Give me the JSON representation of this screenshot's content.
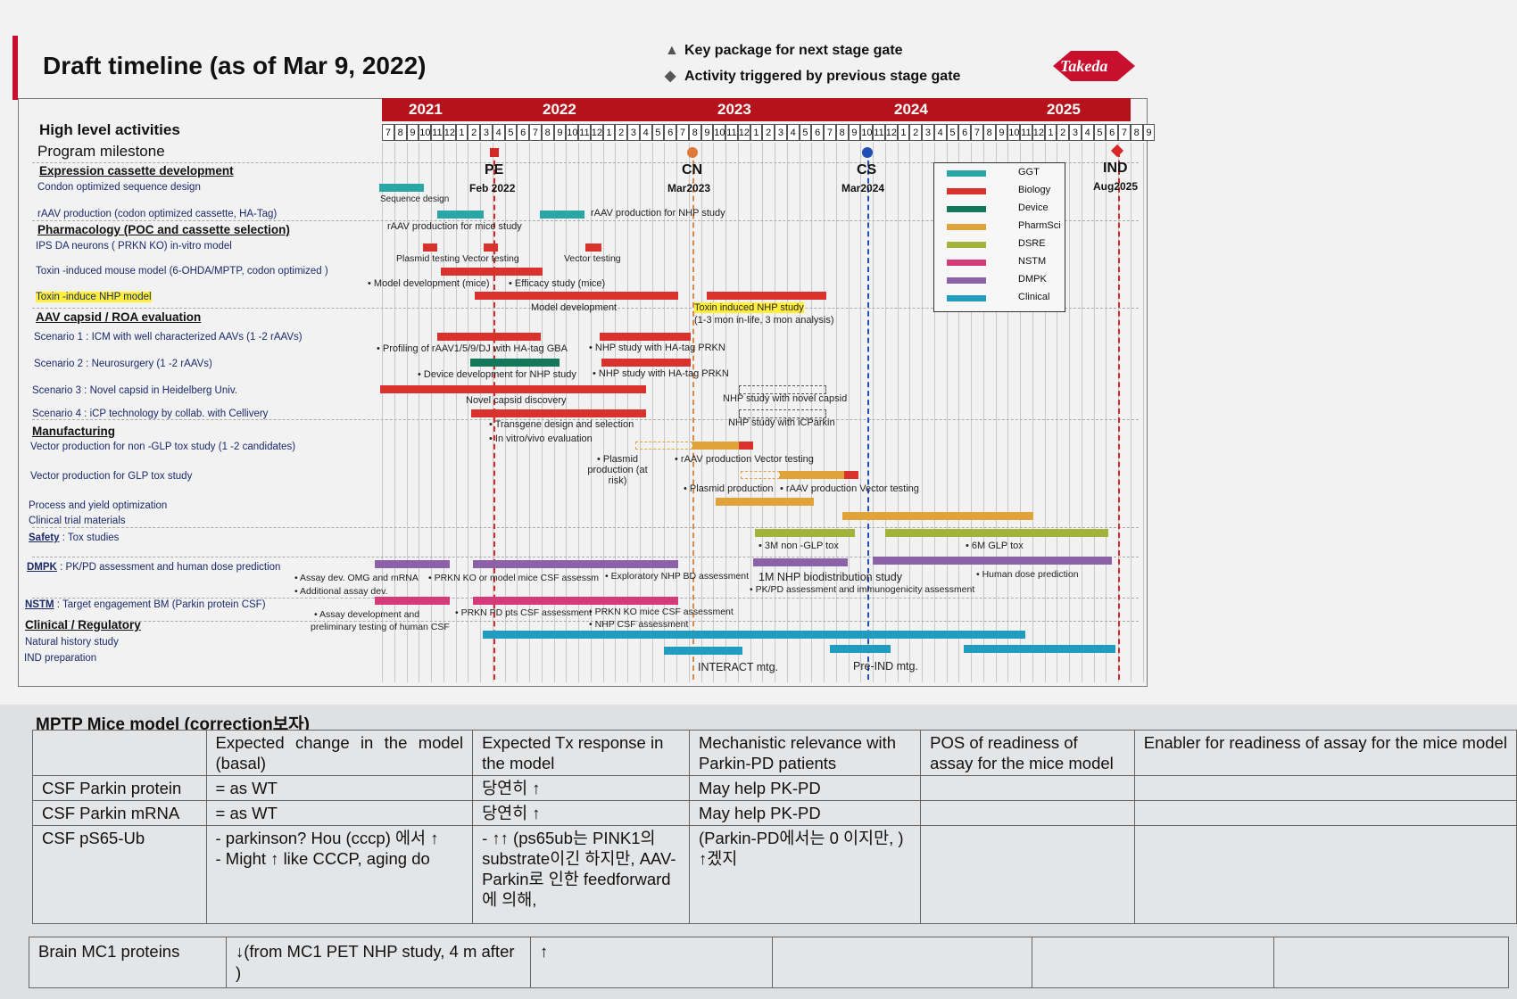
{
  "slide": {
    "title": "Draft timeline (as of Mar 9, 2022)",
    "legend_keys": [
      {
        "symbol": "▲",
        "label": "Key package for next stage gate"
      },
      {
        "symbol": "◆",
        "label": "Activity triggered by previous stage gate"
      }
    ],
    "logo_text": "Takeda",
    "high_level": "High level activities"
  },
  "timeline": {
    "years": [
      "2021",
      "2022",
      "2023",
      "2024",
      "2025"
    ],
    "months": [
      "7",
      "8",
      "9",
      "10",
      "11",
      "12",
      "1",
      "2",
      "3",
      "4",
      "5",
      "6",
      "7",
      "8",
      "9",
      "10",
      "11",
      "12",
      "1",
      "2",
      "3",
      "4",
      "5",
      "6",
      "7",
      "8",
      "9",
      "10",
      "11",
      "12",
      "1",
      "2",
      "3",
      "4",
      "5",
      "6",
      "7",
      "8",
      "9",
      "10",
      "11",
      "12",
      "1",
      "2",
      "3",
      "4",
      "5",
      "6",
      "7",
      "8",
      "9",
      "10",
      "11",
      "12",
      "1",
      "2",
      "3",
      "4",
      "5",
      "6",
      "7",
      "8",
      "9"
    ],
    "milestones": [
      {
        "label": "PE",
        "date": "Feb 2022",
        "color": "#d62828"
      },
      {
        "label": "CN",
        "date": "Mar2023",
        "color": "#e07a3a"
      },
      {
        "label": "CS",
        "date": "Mar2024",
        "color": "#1f4fb4"
      },
      {
        "label": "IND",
        "date": "Aug2025",
        "color": "#d62828"
      }
    ],
    "rows": {
      "program_milestone": "Program milestone",
      "expression": "Expression cassette development",
      "codon": "Condon optimized sequence design",
      "raav": "rAAV production (codon optimized cassette, HA-Tag)",
      "pharm": "Pharmacology (POC and cassette selection)",
      "ips": "IPS DA neurons ( PRKN KO) in-vitro model",
      "toxin_mouse": "Toxin -induced mouse model (6-OHDA/MPTP, codon optimized )",
      "toxin_nhp": "Toxin -induce NHP model",
      "aav": "AAV capsid / ROA evaluation",
      "s1": "Scenario 1 : ICM with well characterized AAVs (1 -2 rAAVs)",
      "s2": "Scenario 2 : Neurosurgery (1 -2 rAAVs)",
      "s3": "Scenario 3 : Novel capsid in Heidelberg Univ.",
      "s4": "Scenario 4 : iCP technology by collab. with Cellivery",
      "manufacturing": "Manufacturing",
      "vector_non_glp": "Vector production for non -GLP tox study (1 -2 candidates)",
      "vector_glp": "Vector production for GLP tox study",
      "process": "Process and yield optimization",
      "ctm": "Clinical trial materials",
      "safety": "Safety",
      "safety_sub": " : Tox studies",
      "dmpk": "DMPK",
      "dmpk_sub": " : PK/PD assessment and human dose prediction",
      "nstm": "NSTM",
      "nstm_sub": " : Target engagement BM (Parkin protein CSF)",
      "clinical": "Clinical / Regulatory",
      "nhs": "Natural history study",
      "ind_prep": "IND preparation"
    },
    "notes": {
      "seq_design": "Sequence design",
      "raav_mice": "rAAV production for mice study",
      "raav_nhp": "rAAV production for NHP study",
      "plasmid_vector": "Plasmid testing Vector testing",
      "vector_testing": "Vector testing",
      "model_dev_mice": "• Model development (mice)",
      "efficacy": "• Efficacy study (mice)",
      "model_dev": "Model development",
      "toxin_nhp_study": "Toxin induced NHP study",
      "toxin_nhp_detail": "(1-3 mon in-life, 3 mon analysis)",
      "profiling": "• Profiling of rAAV1/5/9/DJ with HA-tag GBA",
      "nhp_prkn1": "• NHP study with HA-tag PRKN",
      "device_dev": "• Device development for NHP study",
      "nhp_prkn2": "• NHP study with HA-tag PRKN",
      "novel_discovery": "Novel capsid discovery",
      "nhp_novel": "NHP study with novel capsid",
      "transgene": "• Transgene design and selection",
      "nhp_icparkin": "NHP study with iCParkin",
      "invitro": "• In vitro/vivo evaluation",
      "plasmid_risk": "• Plasmid production (at risk)",
      "raav_vec1": "• rAAV production Vector testing",
      "plasmid_prod": "• Plasmid production",
      "raav_vec2": "• rAAV production Vector testing",
      "non_glp_tox": "• 3M non -GLP tox",
      "glp_tox": "• 6M GLP tox",
      "assay_dev": "• Assay dev. OMG and mRNA",
      "prkn_ko": "• PRKN KO or model mice CSF assessm",
      "exploratory": "• Exploratory NHP BD assessment",
      "biodist": "1M NHP biodistribution study",
      "human_dose": "• Human dose prediction",
      "additional": "• Additional assay dev.",
      "pkpd": "• PK/PD assessment and immunogenicity assessment",
      "assay_prelim1": "• Assay development and",
      "assay_prelim2": "preliminary testing of human CSF",
      "prkn_pd": "• PRKN PD pts CSF assessment",
      "prkn_ko_mice": "• PRKN KO mice CSF assessment",
      "nhp_csf": "• NHP CSF assessment",
      "interact": "INTERACT mtg.",
      "pre_ind": "Pre-IND mtg."
    },
    "legend": [
      {
        "name": "GGT",
        "color": "#2aa6a6"
      },
      {
        "name": "Biology",
        "color": "#d9322c"
      },
      {
        "name": "Device",
        "color": "#13785a"
      },
      {
        "name": "PharmSci",
        "color": "#e0a33a"
      },
      {
        "name": "DSRE",
        "color": "#a3b23a"
      },
      {
        "name": "NSTM",
        "color": "#d63a7a"
      },
      {
        "name": "DMPK",
        "color": "#8b62a8"
      },
      {
        "name": "Clinical",
        "color": "#1f9cc0"
      }
    ]
  },
  "table": {
    "title": "MPTP Mice model (correction보자)",
    "headers": [
      "",
      "Expected change in the model (basal)",
      "Expected Tx response in the model",
      "Mechanistic relevance with Parkin-PD patients",
      "POS of readiness of assay for the mice model",
      "Enabler for readiness of assay for the mice model"
    ],
    "rows": [
      [
        "CSF Parkin protein",
        "= as WT",
        "당연히 ↑",
        "May help PK-PD",
        "",
        ""
      ],
      [
        "CSF Parkin mRNA",
        "= as WT",
        "당연히 ↑",
        "May help PK-PD",
        "",
        ""
      ],
      [
        "CSF pS65-Ub",
        "- parkinson? Hou (cccp) 에서 ↑\n- Might ↑ like CCCP, aging do",
        "- ↑↑ (ps65ub는 PINK1의 substrate이긴 하지만, AAV-Parkin로 인한 feedforward 에 의해,",
        "(Parkin-PD에서는 0 이지만, ) ↑겠지",
        "",
        ""
      ]
    ],
    "row2": [
      "Brain MC1 proteins",
      "↓(from MC1 PET NHP study, 4 m after )",
      "↑",
      "",
      "",
      ""
    ]
  }
}
